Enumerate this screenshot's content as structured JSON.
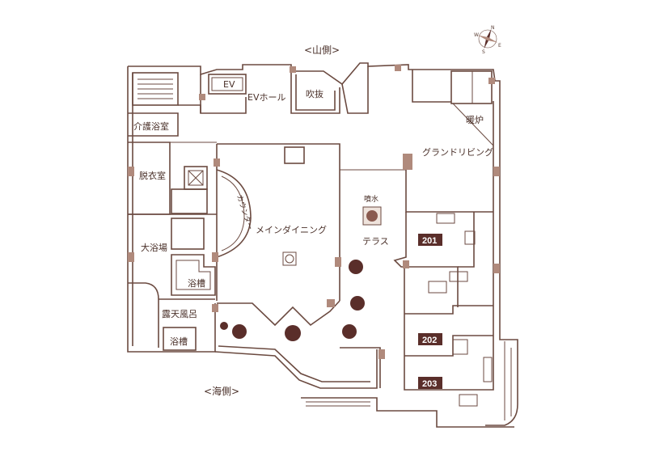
{
  "orientation": {
    "top_label": "<山側>",
    "bottom_label": "<海側>"
  },
  "compass": {
    "n": "N",
    "e": "E",
    "s": "S",
    "w": "W"
  },
  "rooms": {
    "ev": "EV",
    "ev_hall": "EVホール",
    "fukinuke": "吹抜",
    "danro": "暖炉",
    "grand_living": "グランドリビング",
    "kaigo_yokushitsu": "介護浴室",
    "datsuishitsu": "脱衣室",
    "counter": "カウンター",
    "main_dining": "メインダイニング",
    "funsui": "噴水",
    "terrace": "テラス",
    "daiyokujo": "大浴場",
    "yokuso_1": "浴槽",
    "rotenburo": "露天風呂",
    "yokuso_2": "浴槽"
  },
  "room_numbers": [
    "201",
    "202",
    "203"
  ]
}
